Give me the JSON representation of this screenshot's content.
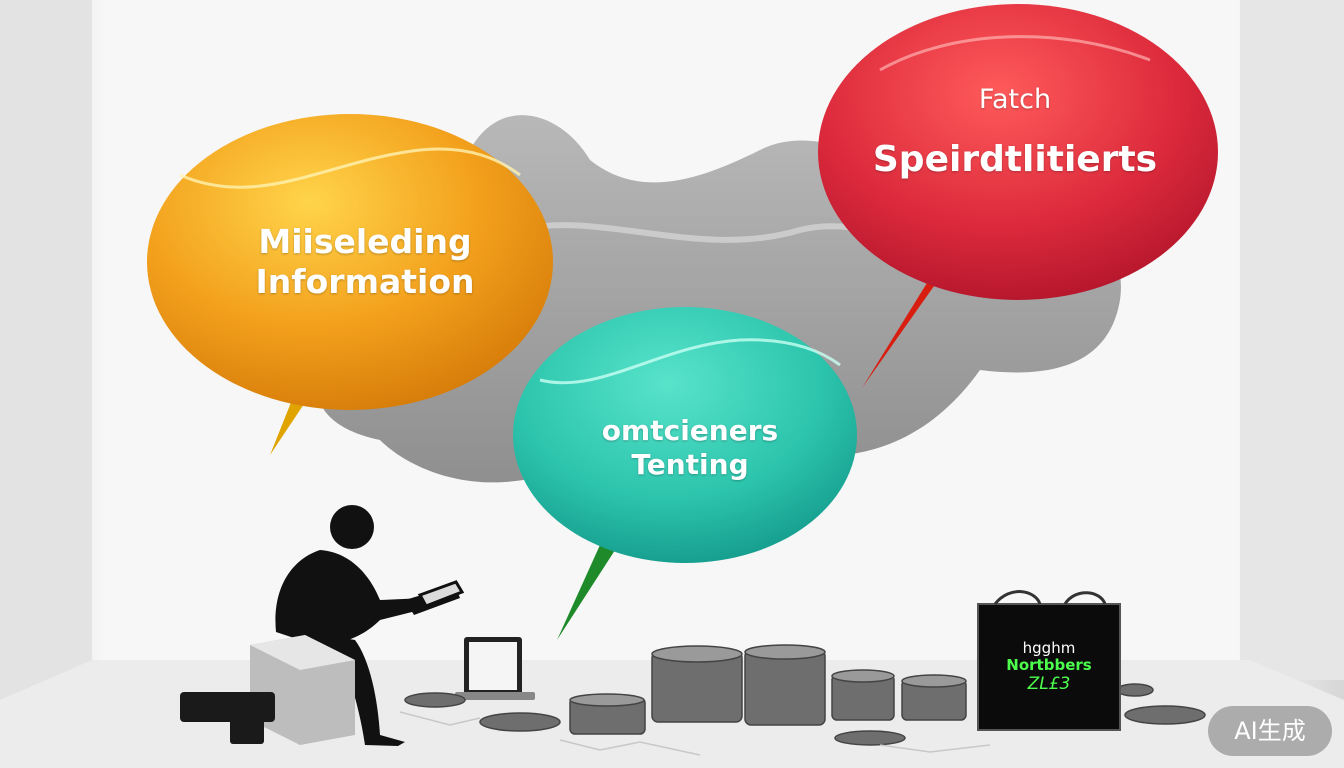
{
  "bubbles": {
    "orange": {
      "line1": "Miiseleding",
      "line2": "Information",
      "color": "#f2a21c"
    },
    "red": {
      "line1": "Fatch",
      "line2": "Speirdtlitierts",
      "color": "#d9283c"
    },
    "teal": {
      "line1": "omtcieners",
      "line2": "Tenting",
      "color": "#2ec9b0"
    }
  },
  "sign": {
    "line1": "hgghm",
    "line2": "Nortbbers",
    "line3": "ZL£3"
  },
  "watermark": "AI生成",
  "colors": {
    "background": "#f4f4f4",
    "silhouette": "#111111",
    "coins": "#6e6e6e"
  }
}
